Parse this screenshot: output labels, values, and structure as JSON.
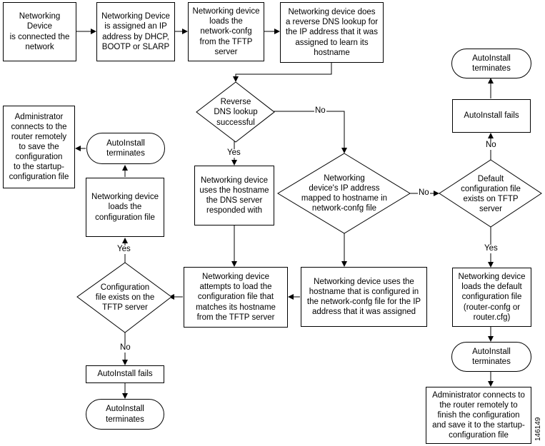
{
  "nodes": {
    "connected": "Networking Device\nis connected the\nnetwork",
    "assigned_ip": "Networking Device\nis assigned an IP\naddress by DHCP,\nBOOTP or SLARP",
    "loads_netconfig": "Networking device\nloads the\nnetwork-confg\nfrom the TFTP\nserver",
    "reverse_dns": "Networking device does\na reverse DNS lookup for\nthe IP address that it was\nassigned to learn its\nhostname",
    "dns_success": "Reverse\nDNS lookup\nsuccessful",
    "uses_dns_hostname": "Networking device\nuses the hostname\nthe DNS server\nresponded with",
    "ip_mapped": "Networking\ndevice's IP address\nmapped to hostname in\nnetwork-confg file",
    "default_exists": "Default\nconfiguration file\nexists on TFTP\nserver",
    "ai_fails_right": "AutoInstall fails",
    "ai_term_topright": "AutoInstall\nterminates",
    "loads_default": "Networking device\nloads the default\nconfiguration file\n(router-confg or\nrouter.cfg)",
    "ai_term_right": "AutoInstall\nterminates",
    "admin_right": "Administrator connects to\nthe router remotely to\nfinish the configuration\nand save it to the startup-\nconfiguration file",
    "uses_netconfig_hostname": "Networking device uses the\nhostname that is configured in\nthe network-confg file for the IP\naddress that it was assigned",
    "attempts_load": "Networking device\nattempts to load the\nconfiguration file that\nmatches its hostname\nfrom the TFTP server",
    "config_exists": "Configuration\nfile exists on the\nTFTP server",
    "loads_config": "Networking device\nloads the\nconfiguration file",
    "ai_term_left": "AutoInstall\nterminates",
    "admin_left": "Administrator\nconnects to the\nrouter remotely\nto save the\nconfiguration\nto the startup-\nconfiguration file",
    "ai_fails_left": "AutoInstall fails",
    "ai_term_bottom": "AutoInstall\nterminates"
  },
  "labels": {
    "yes": "Yes",
    "no": "No"
  },
  "figure_id": "146149"
}
